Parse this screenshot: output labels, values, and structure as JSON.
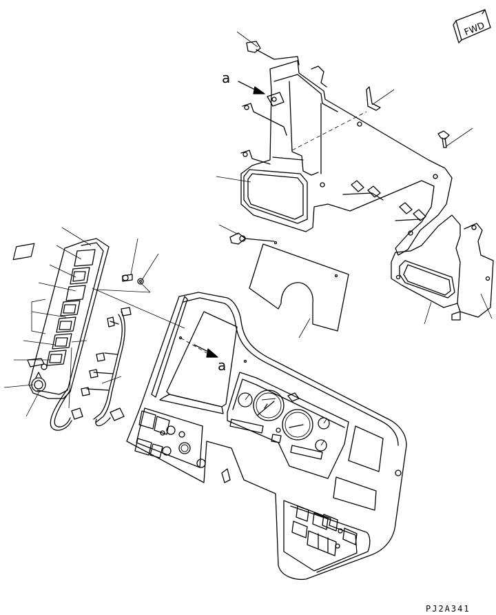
{
  "fwd_symbol": {
    "text": "FWD"
  },
  "view_labels": {
    "upper": "a",
    "lower": "a"
  },
  "drawing_code": "PJ2A341"
}
